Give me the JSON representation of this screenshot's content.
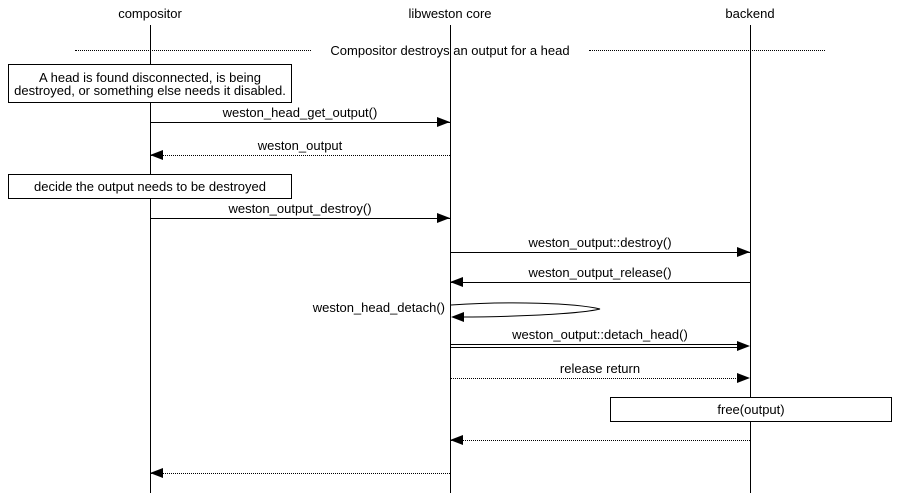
{
  "diagram": {
    "title": "Compositor destroys an output for a head",
    "actors": [
      {
        "id": "compositor",
        "label": "compositor"
      },
      {
        "id": "libweston-core",
        "label": "libweston core"
      },
      {
        "id": "backend",
        "label": "backend"
      }
    ],
    "notes": [
      {
        "text": "A head is found disconnected, is being destroyed, or something else needs it disabled."
      },
      {
        "text": "decide the output needs to be destroyed"
      },
      {
        "text": "free(output)"
      }
    ],
    "messages": [
      {
        "label": "weston_head_get_output()",
        "from": "compositor",
        "to": "libweston-core",
        "style": "solid"
      },
      {
        "label": "weston_output",
        "from": "libweston-core",
        "to": "compositor",
        "style": "dotted"
      },
      {
        "label": "weston_output_destroy()",
        "from": "compositor",
        "to": "libweston-core",
        "style": "solid"
      },
      {
        "label": "weston_output::destroy()",
        "from": "libweston-core",
        "to": "backend",
        "style": "solid"
      },
      {
        "label": "weston_output_release()",
        "from": "backend",
        "to": "libweston-core",
        "style": "solid"
      },
      {
        "label": "weston_head_detach()",
        "from": "libweston-core",
        "to": "libweston-core",
        "style": "self"
      },
      {
        "label": "weston_output::detach_head()",
        "from": "libweston-core",
        "to": "backend",
        "style": "double"
      },
      {
        "label": "release return",
        "from": "libweston-core",
        "to": "backend",
        "style": "dotted"
      },
      {
        "label": "",
        "from": "backend",
        "to": "libweston-core",
        "style": "dotted"
      },
      {
        "label": "",
        "from": "libweston-core",
        "to": "compositor",
        "style": "dotted"
      }
    ],
    "colors": {
      "line": "#000000",
      "background": "#ffffff"
    }
  }
}
